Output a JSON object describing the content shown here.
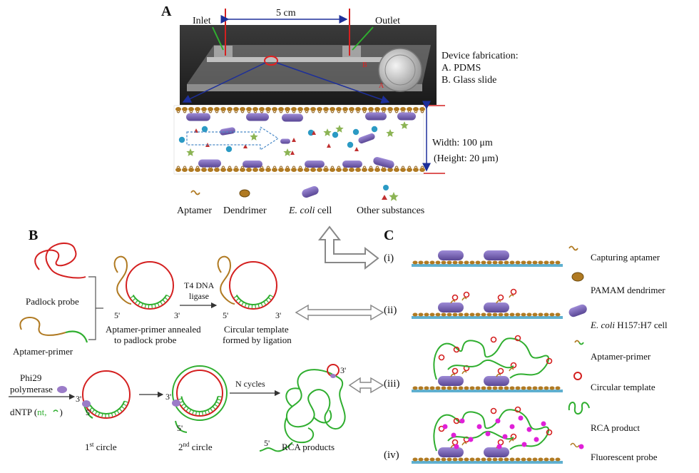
{
  "panel_a": {
    "letter": "A",
    "inlet": "Inlet",
    "outlet": "Outlet",
    "dim": "5 cm",
    "fab_title": "Device fabrication:",
    "fab_a": "A. PDMS",
    "fab_b": "B. Glass slide",
    "photo_mark_a": "A",
    "photo_mark_b": "B",
    "width": "Width: 100 μm",
    "height": "(Height: 20 μm)",
    "legend": {
      "aptamer": "Aptamer",
      "dendrimer": "Dendrimer",
      "ecoli_italic": "E. coli",
      "ecoli_rest": " cell",
      "other": "Other substances"
    }
  },
  "panel_b": {
    "letter": "B",
    "padlock_probe": "Padlock probe",
    "aptamer_primer": "Aptamer-primer",
    "annealed_1": "Aptamer-primer annealed",
    "annealed_2": "to padlock probe",
    "ligase_1": "T4 DNA",
    "ligase_2": "ligase",
    "circular_1": "Circular template",
    "circular_2": "formed by ligation",
    "phi_1": "Phi29",
    "phi_2": "polymerase",
    "dntp_prefix": "dNTP (",
    "dntp_green": "nt,",
    "dntp_suffix": ")",
    "n_cycles": "N cycles",
    "circle1_num": "1",
    "circle1_sup": "st",
    "circle1_rest": " circle",
    "circle2_num": "2",
    "circle2_sup": "nd",
    "circle2_rest": " circle",
    "rca_products": "RCA products",
    "five_prime": "5'",
    "three_prime": "3'"
  },
  "panel_c": {
    "letter": "C",
    "steps": [
      "(i)",
      "(ii)",
      "(iii)",
      "(iv)"
    ],
    "legend": {
      "capturing_aptamer": "Capturing aptamer",
      "pamam": "PAMAM dendrimer",
      "ecoli_italic": "E. coli",
      "ecoli_rest": " H157:H7 cell",
      "aptamer_primer": "Aptamer-primer",
      "circular_template": "Circular template",
      "rca_product": "RCA product",
      "fluorescent_probe": "Fluorescent probe"
    }
  },
  "colors": {
    "red": "#d42020",
    "green": "#2fae2f",
    "ecoli": "#7a66b8",
    "dendrimer": "#b07a22",
    "cyan": "#2b9ac4",
    "star": "#8cb454",
    "magenta": "#e020d8",
    "blue": "#1d2f9a",
    "glass": "#5fb0d0"
  }
}
